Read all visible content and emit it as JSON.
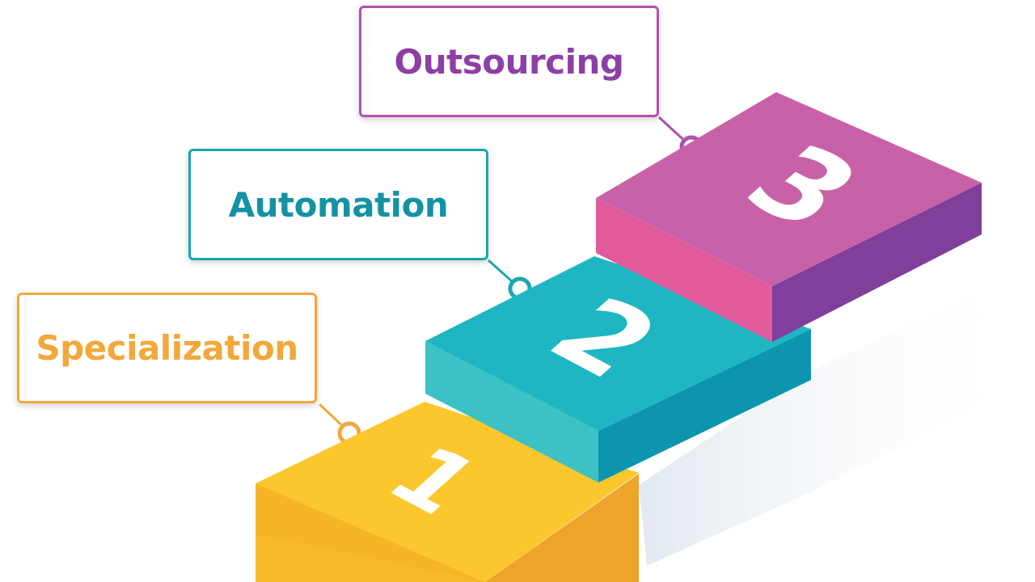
{
  "steps": [
    {
      "number": "1",
      "label": "Specialization",
      "accent": "#f2a83a",
      "top": "#fbc72d",
      "left": "#f6b92a",
      "right": "#eea32b"
    },
    {
      "number": "2",
      "label": "Automation",
      "accent": "#1aa6ad",
      "top": "#1fb6c3",
      "left": "#3cc2c4",
      "right": "#0d95b0"
    },
    {
      "number": "3",
      "label": "Outsourcing",
      "accent": "#b04fb0",
      "top": "#c961a8",
      "left": "#e05a9c",
      "right": "#7f3f9a"
    }
  ]
}
